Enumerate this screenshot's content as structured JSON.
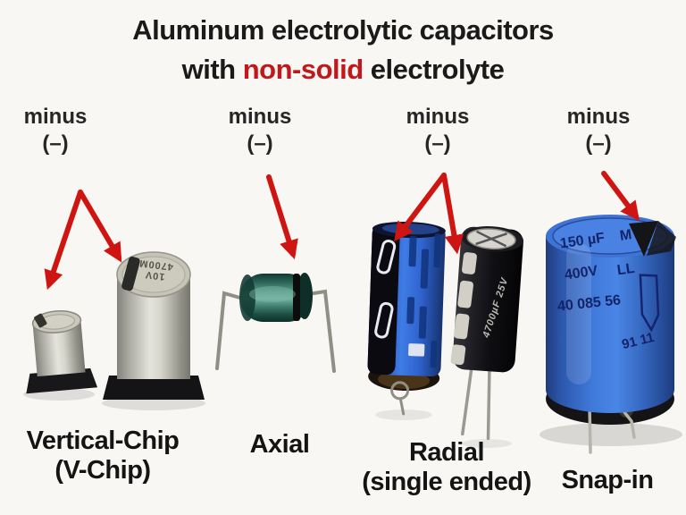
{
  "title": {
    "line1": "Aluminum electrolytic capacitors",
    "line2_prefix": "with ",
    "line2_highlight": "non-solid",
    "line2_suffix": " electrolyte"
  },
  "polarity_labels": [
    {
      "word": "minus",
      "symbol": "(–)"
    },
    {
      "word": "minus",
      "symbol": "(–)"
    },
    {
      "word": "minus",
      "symbol": "(–)"
    },
    {
      "word": "minus",
      "symbol": "(–)"
    }
  ],
  "capacitor_types": [
    {
      "name": "Vertical-Chip",
      "qualifier": "(V-Chip)"
    },
    {
      "name": "Axial",
      "qualifier": ""
    },
    {
      "name": "Radial",
      "qualifier": "(single ended)"
    },
    {
      "name": "Snap-in",
      "qualifier": ""
    }
  ],
  "markings": {
    "v_chip_top_line1": "10V",
    "v_chip_top_line2": "4700M",
    "radial_side_text": "4700µF 25V",
    "snap_in": {
      "capacitance": "150 µF",
      "tolerance": "M",
      "voltage": "400V",
      "code": "LL",
      "part_number": "40 085 56",
      "date_code": "91 11"
    }
  },
  "colors": {
    "arrow": "#cf1512",
    "title_highlight": "#c0191c",
    "snap_in_body": "#3f78d8",
    "axial_body": "#2c655a",
    "radial_blue_body": "#2a56b8",
    "background": "#f8f7f4"
  }
}
